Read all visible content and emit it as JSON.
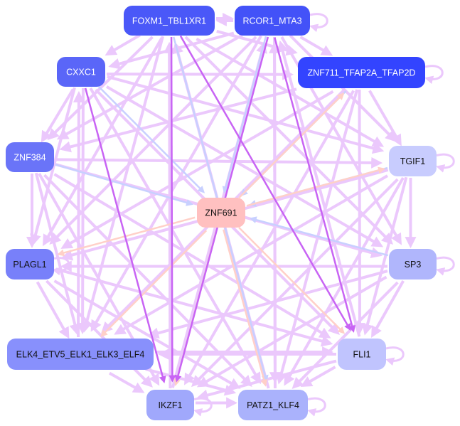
{
  "nodes": [
    {
      "id": "FOXM1_TBL1XR1",
      "color": "#4a58f8",
      "text_color": "#ffffff"
    },
    {
      "id": "RCOR1_MTA3",
      "color": "#4352f8",
      "text_color": "#ffffff"
    },
    {
      "id": "CXXC1",
      "color": "#5a66f8",
      "text_color": "#ffffff"
    },
    {
      "id": "ZNF711_TFAP2A_TFAP2D",
      "color": "#3344ff",
      "text_color": "#ffffff"
    },
    {
      "id": "ZNF384",
      "color": "#6a74f8",
      "text_color": "#ffffff"
    },
    {
      "id": "TGIF1",
      "color": "#c8ccfe",
      "text_color": "#111111"
    },
    {
      "id": "ZNF691",
      "color": "#ffc0c0",
      "text_color": "#111111"
    },
    {
      "id": "PLAGL1",
      "color": "#7880fa",
      "text_color": "#111111"
    },
    {
      "id": "SP3",
      "color": "#b0b6fc",
      "text_color": "#111111"
    },
    {
      "id": "ELK4_ETV5_ELK1_ELK3_ELF4",
      "color": "#8890fc",
      "text_color": "#111111"
    },
    {
      "id": "FLI1",
      "color": "#c0c4fe",
      "text_color": "#111111"
    },
    {
      "id": "IKZF1",
      "color": "#a0a8fc",
      "text_color": "#111111"
    },
    {
      "id": "PATZ1_KLF4",
      "color": "#aab2fc",
      "text_color": "#111111"
    }
  ],
  "edge_colors": {
    "default": "#ebc8fc",
    "strong": "#c864f4",
    "blue": "#c8d0ff",
    "pink": "#ffd0c8"
  },
  "edges": [
    [
      "FOXM1_TBL1XR1",
      "RCOR1_MTA3",
      "default"
    ],
    [
      "RCOR1_MTA3",
      "FOXM1_TBL1XR1",
      "default"
    ],
    [
      "FOXM1_TBL1XR1",
      "IKZF1",
      "strong"
    ],
    [
      "RCOR1_MTA3",
      "IKZF1",
      "strong"
    ],
    [
      "RCOR1_MTA3",
      "FLI1",
      "strong"
    ],
    [
      "FOXM1_TBL1XR1",
      "FLI1",
      "strong"
    ],
    [
      "CXXC1",
      "IKZF1",
      "strong"
    ],
    [
      "FOXM1_TBL1XR1",
      "PATZ1_KLF4",
      "blue"
    ],
    [
      "RCOR1_MTA3",
      "ZNF691",
      "blue"
    ],
    [
      "CXXC1",
      "ZNF691",
      "blue"
    ],
    [
      "ZNF384",
      "ZNF691",
      "blue"
    ],
    [
      "SP3",
      "ZNF691",
      "blue"
    ],
    [
      "ZNF711_TFAP2A_TFAP2D",
      "ZNF691",
      "blue"
    ],
    [
      "TGIF1",
      "ZNF691",
      "blue"
    ],
    [
      "ZNF691",
      "PLAGL1",
      "pink"
    ],
    [
      "ZNF691",
      "ELK4_ETV5_ELK1_ELK3_ELF4",
      "pink"
    ],
    [
      "ZNF691",
      "IKZF1",
      "pink"
    ],
    [
      "ZNF691",
      "PATZ1_KLF4",
      "pink"
    ],
    [
      "ZNF691",
      "FLI1",
      "pink"
    ],
    [
      "ZNF691",
      "TGIF1",
      "pink"
    ],
    [
      "ZNF691",
      "ZNF711_TFAP2A_TFAP2D",
      "pink"
    ],
    [
      "FOXM1_TBL1XR1",
      "CXXC1",
      "default"
    ],
    [
      "FOXM1_TBL1XR1",
      "ZNF711_TFAP2A_TFAP2D",
      "default"
    ],
    [
      "FOXM1_TBL1XR1",
      "ZNF384",
      "default"
    ],
    [
      "FOXM1_TBL1XR1",
      "TGIF1",
      "default"
    ],
    [
      "FOXM1_TBL1XR1",
      "PLAGL1",
      "default"
    ],
    [
      "FOXM1_TBL1XR1",
      "SP3",
      "default"
    ],
    [
      "FOXM1_TBL1XR1",
      "ELK4_ETV5_ELK1_ELK3_ELF4",
      "default"
    ],
    [
      "RCOR1_MTA3",
      "CXXC1",
      "default"
    ],
    [
      "RCOR1_MTA3",
      "ZNF711_TFAP2A_TFAP2D",
      "default"
    ],
    [
      "RCOR1_MTA3",
      "ZNF384",
      "default"
    ],
    [
      "RCOR1_MTA3",
      "TGIF1",
      "default"
    ],
    [
      "RCOR1_MTA3",
      "PLAGL1",
      "default"
    ],
    [
      "RCOR1_MTA3",
      "ELK4_ETV5_ELK1_ELK3_ELF4",
      "default"
    ],
    [
      "RCOR1_MTA3",
      "PATZ1_KLF4",
      "default"
    ],
    [
      "RCOR1_MTA3",
      "SP3",
      "default"
    ],
    [
      "CXXC1",
      "ZNF711_TFAP2A_TFAP2D",
      "default"
    ],
    [
      "CXXC1",
      "TGIF1",
      "default"
    ],
    [
      "CXXC1",
      "SP3",
      "default"
    ],
    [
      "CXXC1",
      "FLI1",
      "default"
    ],
    [
      "CXXC1",
      "ELK4_ETV5_ELK1_ELK3_ELF4",
      "default"
    ],
    [
      "CXXC1",
      "PATZ1_KLF4",
      "default"
    ],
    [
      "CXXC1",
      "PLAGL1",
      "default"
    ],
    [
      "CXXC1",
      "ZNF384",
      "default"
    ],
    [
      "ZNF711_TFAP2A_TFAP2D",
      "ZNF384",
      "default"
    ],
    [
      "ZNF711_TFAP2A_TFAP2D",
      "TGIF1",
      "default"
    ],
    [
      "ZNF711_TFAP2A_TFAP2D",
      "PLAGL1",
      "default"
    ],
    [
      "ZNF711_TFAP2A_TFAP2D",
      "ELK4_ETV5_ELK1_ELK3_ELF4",
      "default"
    ],
    [
      "ZNF711_TFAP2A_TFAP2D",
      "FLI1",
      "default"
    ],
    [
      "ZNF711_TFAP2A_TFAP2D",
      "IKZF1",
      "default"
    ],
    [
      "ZNF711_TFAP2A_TFAP2D",
      "PATZ1_KLF4",
      "default"
    ],
    [
      "ZNF384",
      "TGIF1",
      "default"
    ],
    [
      "ZNF384",
      "PLAGL1",
      "default"
    ],
    [
      "ZNF384",
      "SP3",
      "default"
    ],
    [
      "ZNF384",
      "FLI1",
      "default"
    ],
    [
      "ZNF384",
      "ELK4_ETV5_ELK1_ELK3_ELF4",
      "default"
    ],
    [
      "ZNF384",
      "IKZF1",
      "default"
    ],
    [
      "ZNF384",
      "PATZ1_KLF4",
      "default"
    ],
    [
      "TGIF1",
      "PLAGL1",
      "default"
    ],
    [
      "TGIF1",
      "ELK4_ETV5_ELK1_ELK3_ELF4",
      "default"
    ],
    [
      "TGIF1",
      "SP3",
      "default"
    ],
    [
      "TGIF1",
      "IKZF1",
      "default"
    ],
    [
      "TGIF1",
      "PATZ1_KLF4",
      "default"
    ],
    [
      "TGIF1",
      "FLI1",
      "default"
    ],
    [
      "SP3",
      "PLAGL1",
      "default"
    ],
    [
      "SP3",
      "ELK4_ETV5_ELK1_ELK3_ELF4",
      "default"
    ],
    [
      "SP3",
      "IKZF1",
      "default"
    ],
    [
      "SP3",
      "PATZ1_KLF4",
      "default"
    ],
    [
      "SP3",
      "FLI1",
      "default"
    ],
    [
      "PLAGL1",
      "ELK4_ETV5_ELK1_ELK3_ELF4",
      "default"
    ],
    [
      "PLAGL1",
      "FLI1",
      "default"
    ],
    [
      "PLAGL1",
      "IKZF1",
      "default"
    ],
    [
      "PLAGL1",
      "PATZ1_KLF4",
      "default"
    ],
    [
      "ELK4_ETV5_ELK1_ELK3_ELF4",
      "FLI1",
      "default"
    ],
    [
      "FLI1",
      "ELK4_ETV5_ELK1_ELK3_ELF4",
      "default"
    ],
    [
      "ELK4_ETV5_ELK1_ELK3_ELF4",
      "IKZF1",
      "default"
    ],
    [
      "ELK4_ETV5_ELK1_ELK3_ELF4",
      "PATZ1_KLF4",
      "default"
    ],
    [
      "FLI1",
      "IKZF1",
      "default"
    ],
    [
      "FLI1",
      "PATZ1_KLF4",
      "default"
    ],
    [
      "IKZF1",
      "PATZ1_KLF4",
      "default"
    ],
    [
      "IKZF1",
      "FOXM1_TBL1XR1",
      "default"
    ],
    [
      "PATZ1_KLF4",
      "RCOR1_MTA3",
      "default"
    ],
    [
      "IKZF1",
      "RCOR1_MTA3",
      "default"
    ],
    [
      "PATZ1_KLF4",
      "FOXM1_TBL1XR1",
      "default"
    ],
    [
      "FLI1",
      "RCOR1_MTA3",
      "default"
    ],
    [
      "ELK4_ETV5_ELK1_ELK3_ELF4",
      "CXXC1",
      "default"
    ]
  ],
  "self_loops": [
    "RCOR1_MTA3",
    "ZNF711_TFAP2A_TFAP2D",
    "TGIF1",
    "SP3",
    "FLI1",
    "PATZ1_KLF4",
    "IKZF1",
    "PLAGL1"
  ]
}
